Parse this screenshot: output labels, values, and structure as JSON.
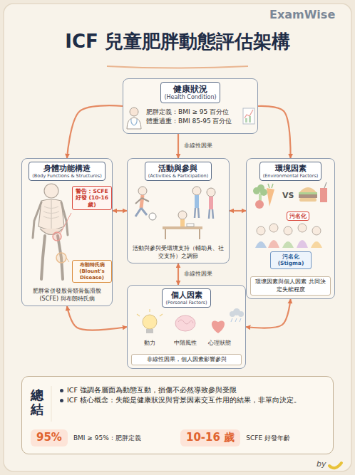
{
  "diagram": {
    "title": "ICF 兒童肥胖動態評估架構",
    "nodes": [
      {
        "text": [
          "健康狀況",
          "(Health Condition)",
          "肥胖定義：BMI ≥ 95 百分位",
          "體重過重：BMI 85-95 百分位"
        ]
      },
      {
        "text": [
          "身體功能構造",
          "(Body Functions & Structures)",
          "肥胖常併發股骨頭骨骺滑脫 (SCFE) 與布朗特氏病"
        ]
      },
      {
        "text": [
          "警告：SCFE 好發 (10-16歲)"
        ],
        "in": 1
      },
      {
        "text": [
          "布朗特氏病 (Blount's Disease)"
        ],
        "in": 1
      },
      {
        "text": [
          "活動與參與",
          "(Activities & Participation)",
          "活動與參與受環境支持（輔助具、社交支持）之調節"
        ]
      },
      {
        "text": [
          "環境因素",
          "(Environmental Factors)",
          "環境因素與個人因素 共同決定失能程度"
        ]
      },
      {
        "text": [
          "污名化"
        ],
        "in": 5
      },
      {
        "text": [
          "污名化 (Stigma)"
        ],
        "in": 5
      },
      {
        "text": [
          "個人因素",
          "(Personal Factors)",
          "非線性因果，個人因素影響參與"
        ]
      },
      {
        "text": [
          "總結",
          "ICF 強調各層面為動態互動，損傷不必然導致參與受限",
          "ICF 核心概念：失能是健康狀況與背景因素交互作用的結果，非單向決定。"
        ]
      },
      {
        "text": [
          "95%",
          "BMI ≥ 95%：肥胖定義"
        ],
        "in": 9
      },
      {
        "text": [
          "10-16 歲",
          "SCFE 好發年齡"
        ],
        "in": 9
      }
    ],
    "edges": [
      {
        "from": 0,
        "to": 1,
        "arrow": "to"
      },
      {
        "from": 0,
        "to": 5,
        "arrow": "to"
      },
      {
        "from": 0,
        "to": 4,
        "label": "非線性因果",
        "arrow": "to"
      },
      {
        "from": 1,
        "to": 4,
        "arrow": "both"
      },
      {
        "from": 4,
        "to": 5,
        "arrow": "both"
      },
      {
        "from": 4,
        "to": 8,
        "label": "非線性因果",
        "arrow": "both"
      },
      {
        "from": 1,
        "to": 8,
        "arrow": "both"
      },
      {
        "from": 5,
        "to": 8,
        "arrow": "both"
      }
    ],
    "labels": [
      "ExamWise",
      "VS",
      "動力",
      "中階風性",
      "心理狀態",
      "by"
    ]
  }
}
